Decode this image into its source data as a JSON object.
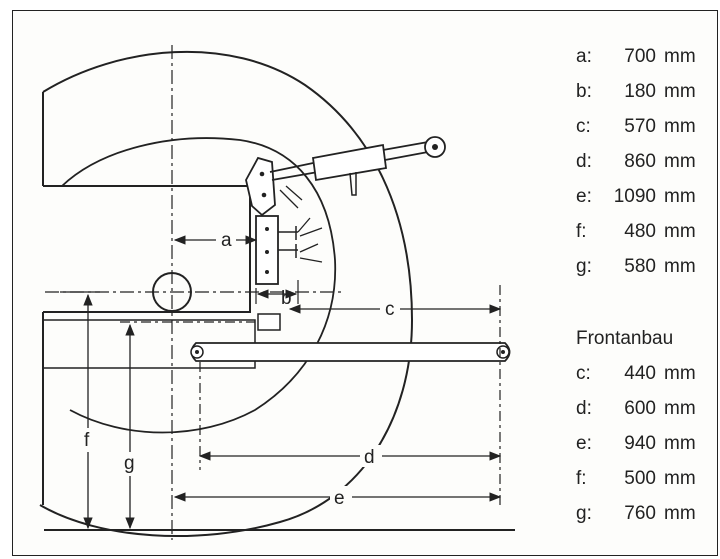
{
  "diagram": {
    "labels": {
      "a": "a",
      "b": "b",
      "c": "c",
      "d": "d",
      "e": "e",
      "f": "f",
      "g": "g"
    }
  },
  "legend": {
    "rear": [
      {
        "key": "a:",
        "value": "700",
        "unit": "mm"
      },
      {
        "key": "b:",
        "value": "180",
        "unit": "mm"
      },
      {
        "key": "c:",
        "value": "570",
        "unit": "mm"
      },
      {
        "key": "d:",
        "value": "860",
        "unit": "mm"
      },
      {
        "key": "e:",
        "value": "1090",
        "unit": "mm"
      },
      {
        "key": "f:",
        "value": "480",
        "unit": "mm"
      },
      {
        "key": "g:",
        "value": "580",
        "unit": "mm"
      }
    ],
    "front_title": "Frontanbau",
    "front": [
      {
        "key": "c:",
        "value": "440",
        "unit": "mm"
      },
      {
        "key": "d:",
        "value": "600",
        "unit": "mm"
      },
      {
        "key": "e:",
        "value": "940",
        "unit": "mm"
      },
      {
        "key": "f:",
        "value": "500",
        "unit": "mm"
      },
      {
        "key": "g:",
        "value": "760",
        "unit": "mm"
      }
    ]
  }
}
